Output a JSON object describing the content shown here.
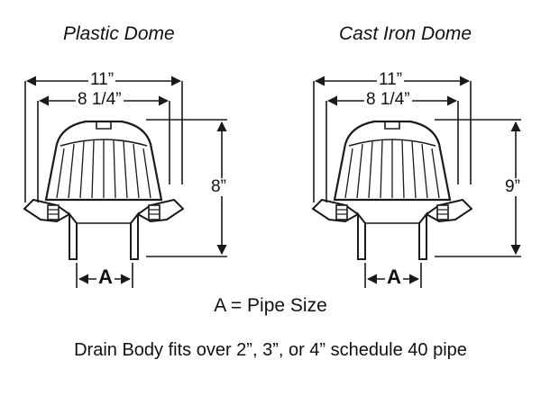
{
  "diagrams": [
    {
      "title": "Plastic Dome",
      "outer_width": "11”",
      "inner_width": "8 1/4”",
      "height": "8”",
      "pipe_label": "A"
    },
    {
      "title": "Cast Iron Dome",
      "outer_width": "11”",
      "inner_width": "8 1/4”",
      "height": "9”",
      "pipe_label": "A"
    }
  ],
  "legend": "A = Pipe Size",
  "note": "Drain Body fits over 2”, 3”, or 4” schedule 40 pipe",
  "colors": {
    "line": "#1a1a1a",
    "fill": "#ffffff"
  }
}
